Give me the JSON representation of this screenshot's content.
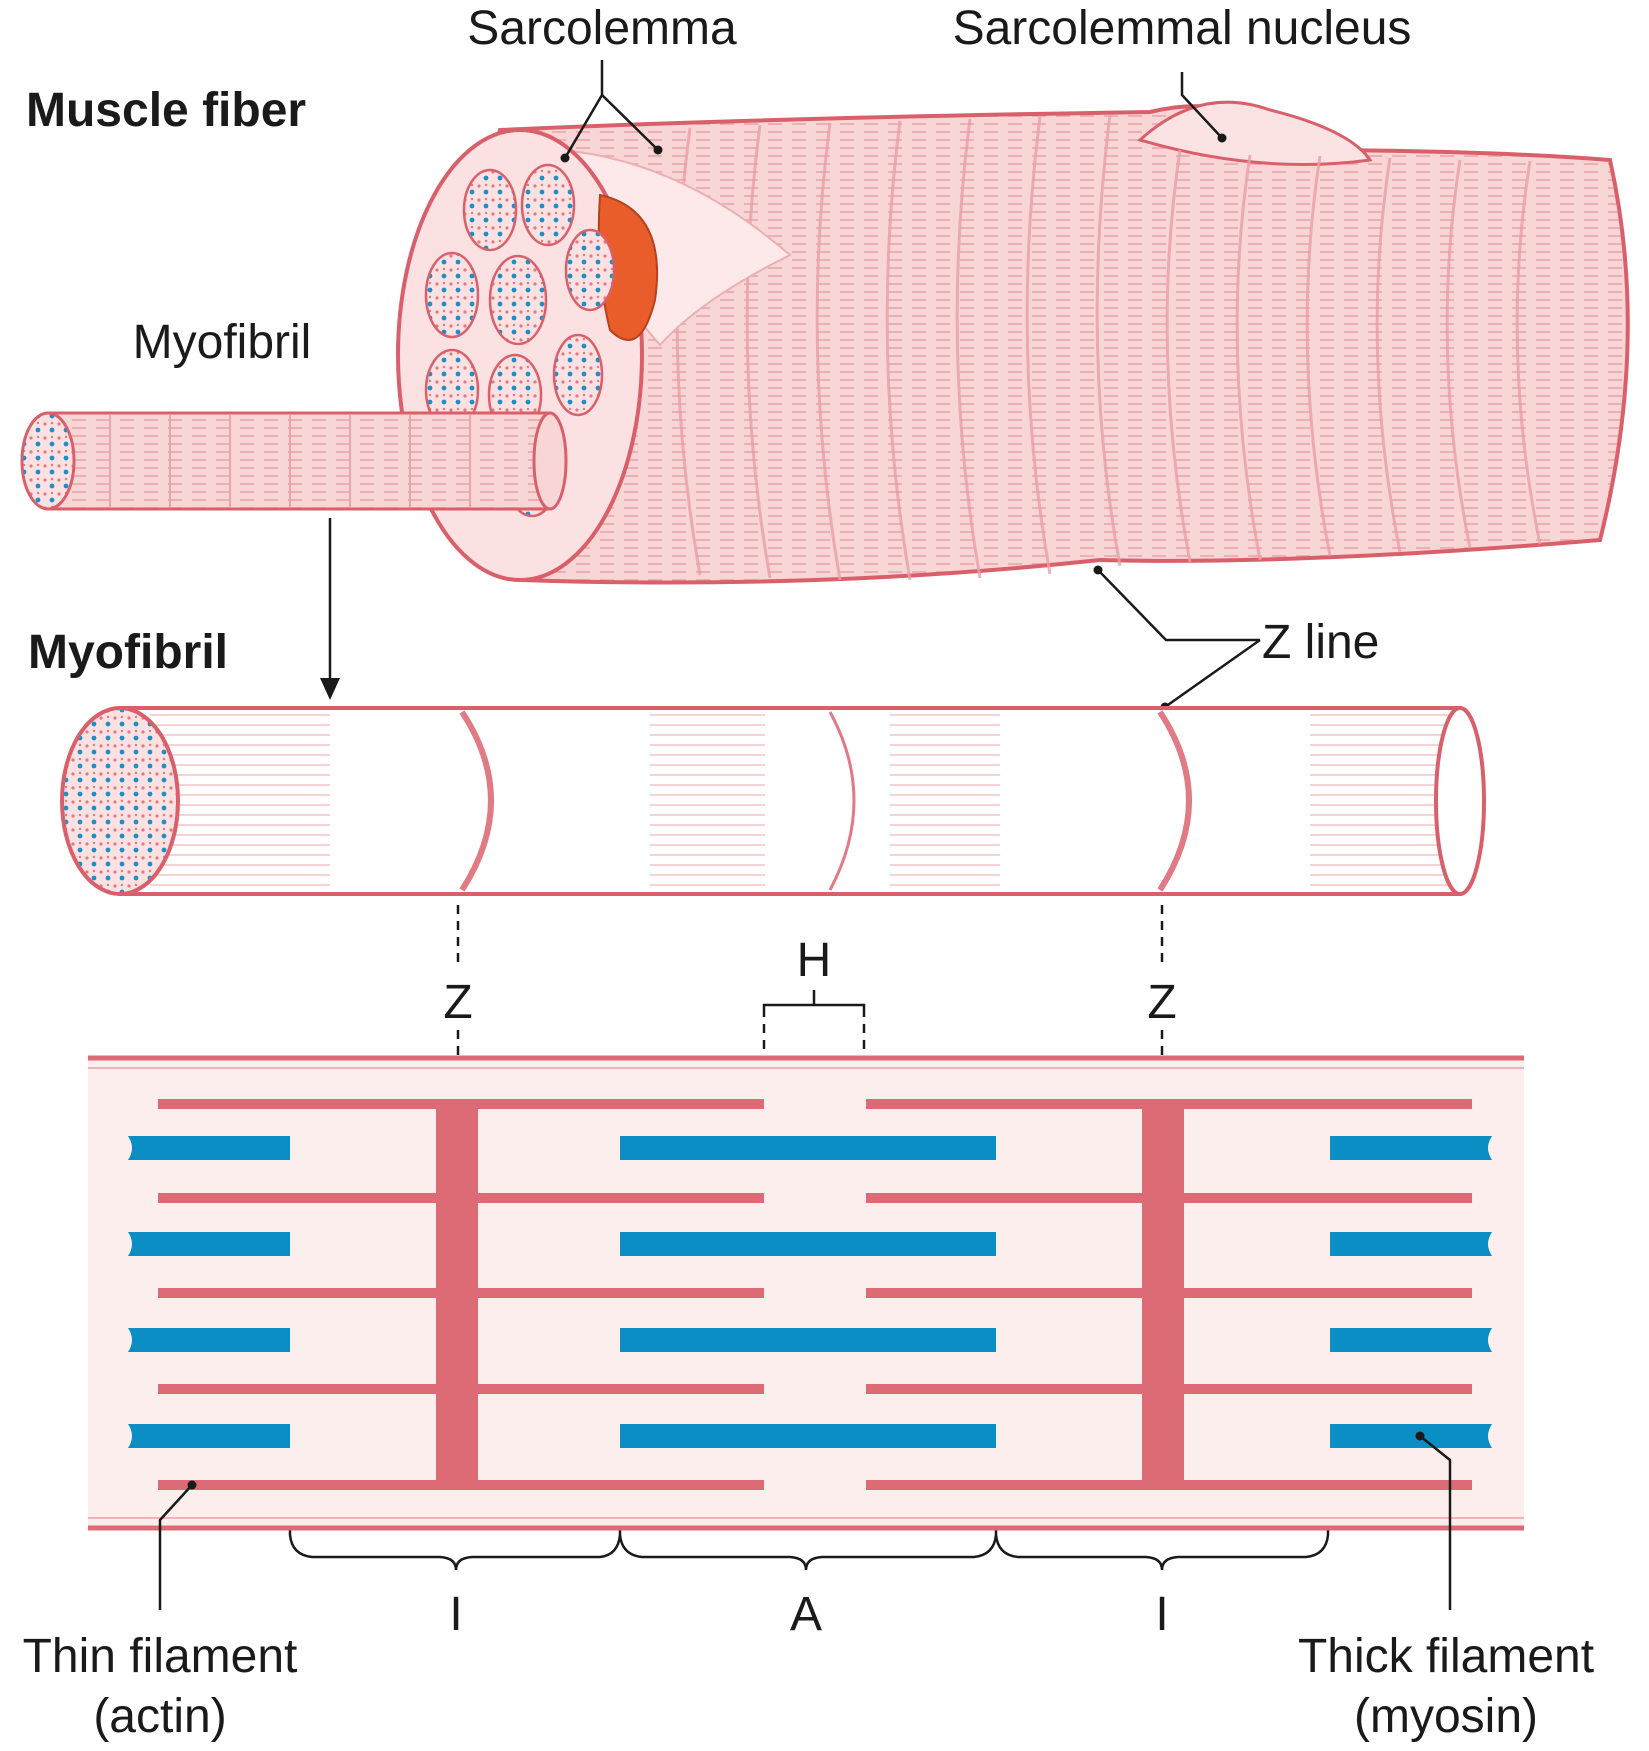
{
  "labels": {
    "muscle_fiber": "Muscle fiber",
    "sarcolemma": "Sarcolemma",
    "sarcolemmal_nucleus": "Sarcolemmal nucleus",
    "myofibril_upper": "Myofibril",
    "myofibril_heading": "Myofibril",
    "z_line": "Z line",
    "z_left": "Z",
    "z_right": "Z",
    "h": "H",
    "i_left": "I",
    "a": "A",
    "i_right": "I",
    "thin_filament": "Thin filament",
    "thin_filament_sub": "(actin)",
    "thick_filament": "Thick filament",
    "thick_filament_sub": "(myosin)"
  },
  "colors": {
    "outline": "#d9606b",
    "fill": "#f9d6d6",
    "fill_light": "#fdeeee",
    "band": "#e58a92",
    "thick": "#0a8ec4",
    "thin": "#dc6b75",
    "mito": "#e85d2a",
    "line": "#1a1a1a"
  }
}
